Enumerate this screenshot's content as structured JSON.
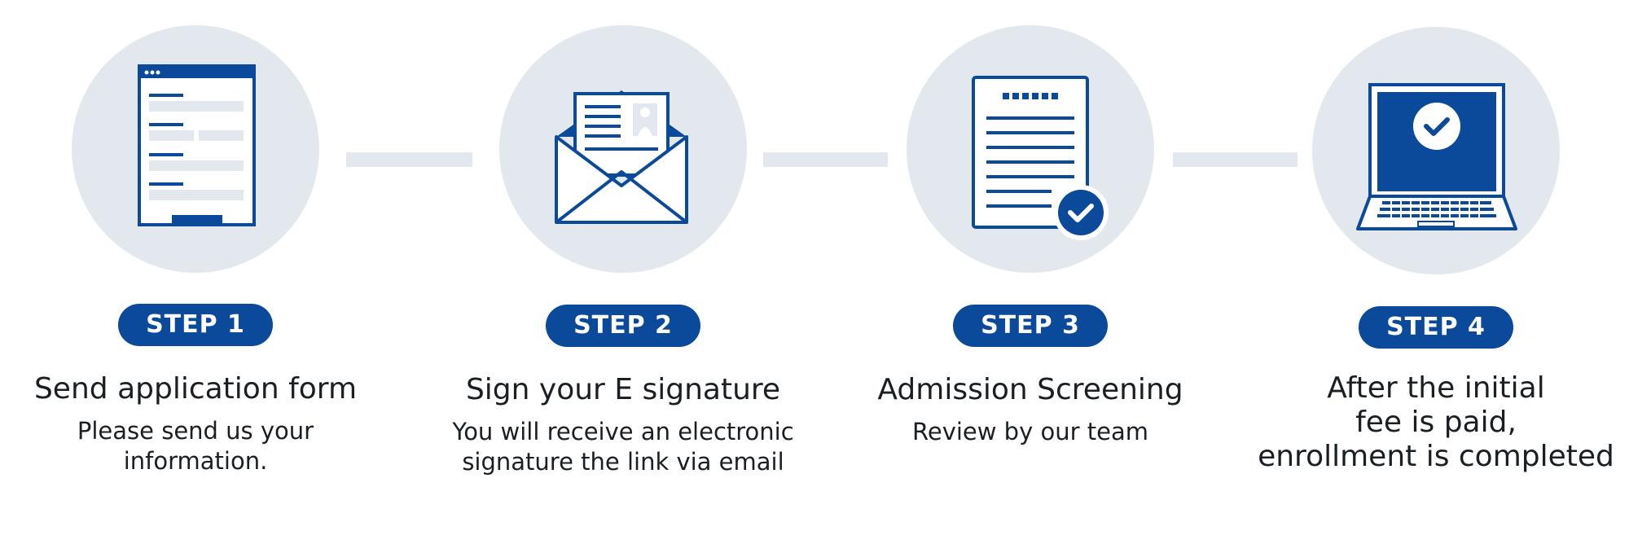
{
  "colors": {
    "accent": "#0b4a9a",
    "circle": "#e2e8ed",
    "text": "#1a1f24"
  },
  "steps": [
    {
      "badge": "STEP 1",
      "title": "Send application form",
      "desc_lines": [
        "Please send us your",
        "information."
      ],
      "icon": "application-form-icon"
    },
    {
      "badge": "STEP 2",
      "title": "Sign your E signature",
      "desc_lines": [
        "You will receive an electronic",
        "signature the link via email"
      ],
      "icon": "envelope-letter-icon"
    },
    {
      "badge": "STEP 3",
      "title": "Admission Screening",
      "desc_lines": [
        "Review by our team"
      ],
      "icon": "document-check-icon"
    },
    {
      "badge": "STEP 4",
      "title_lines": [
        "After the initial",
        "fee is paid,",
        "enrollment is completed"
      ],
      "icon": "laptop-check-icon"
    }
  ]
}
